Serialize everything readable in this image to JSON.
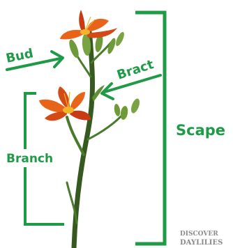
{
  "labels": {
    "bud": "Bud",
    "bract": "Bract",
    "branch": "Branch",
    "scape": "Scape"
  },
  "watermark": {
    "line1": "DISCOVER",
    "line2": "DAYLILIES"
  },
  "colors": {
    "accent_green": "#1f9a46",
    "stem_green": "#4a7a2c",
    "stem_dark": "#35591e",
    "bud_green": "#6f9a3a",
    "petal_orange": "#e8641a",
    "petal_red": "#c83a14",
    "petal_yellow": "#f2b42a",
    "watermark_gray": "#8a8a8a"
  },
  "icons": [
    "arrow-right-icon",
    "arrow-left-icon"
  ]
}
